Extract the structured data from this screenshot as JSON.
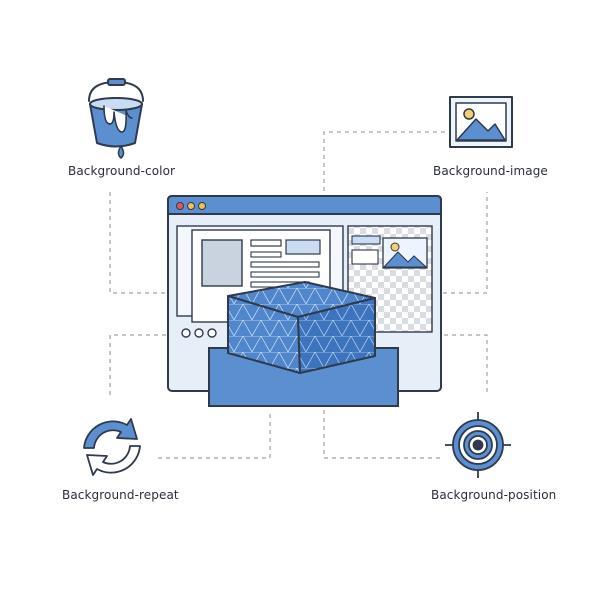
{
  "labels": {
    "background_color": "Background-color",
    "background_image": "Background-image",
    "background_repeat": "Background-repeat",
    "background_position": "Background-position"
  },
  "icons": {
    "background_color": "paint-bucket-icon",
    "background_image": "landscape-picture-icon",
    "background_repeat": "repeat-arrows-icon",
    "background_position": "crosshair-target-icon"
  },
  "colors": {
    "accent_blue": "#5b8fd0",
    "light_blue": "#c9dcf2",
    "outline": "#2f3a4d",
    "connector": "#9aa3ad",
    "dot_red": "#e25b53",
    "dot_yellow": "#f3c24c",
    "sun_yellow": "#f5d06a"
  }
}
